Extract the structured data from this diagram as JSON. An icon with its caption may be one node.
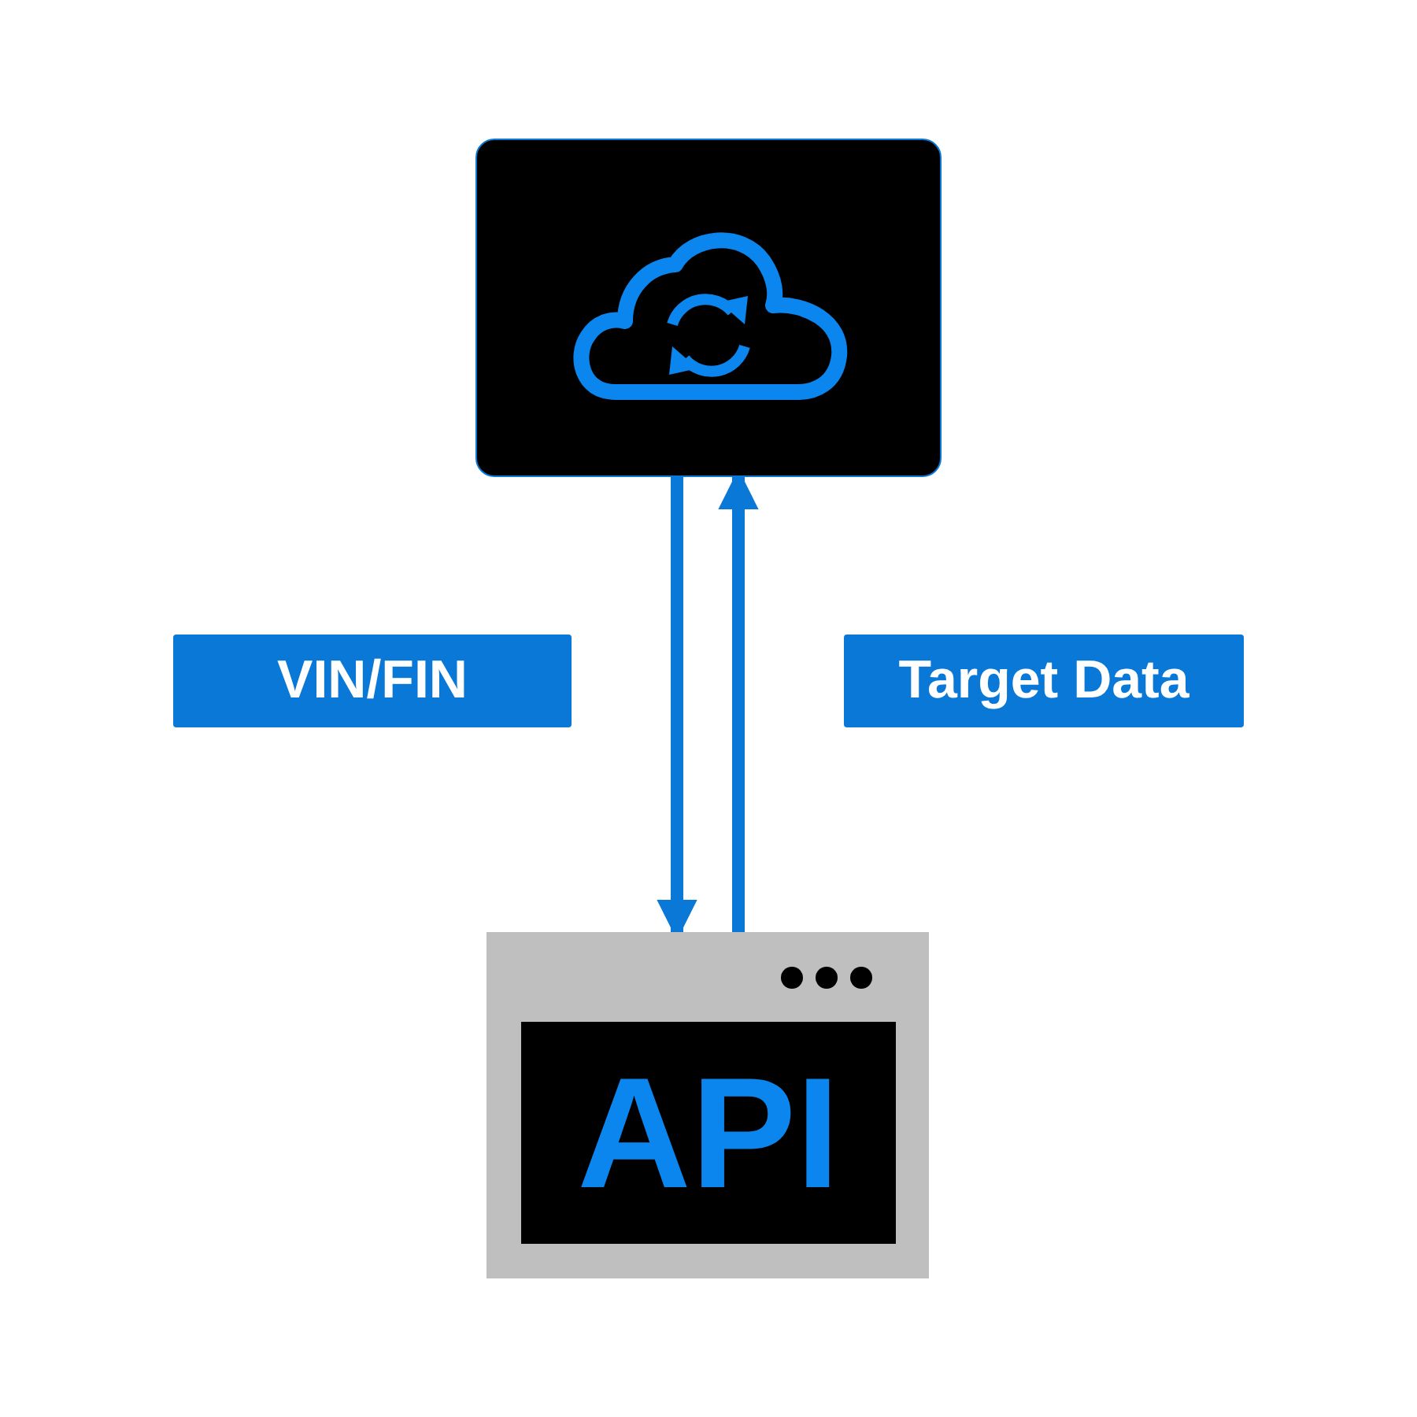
{
  "diagram": {
    "nodes": [
      {
        "text": [],
        "shape": "box"
      },
      {
        "text": [
          "API"
        ]
      }
    ],
    "edges": [
      {
        "from": 0,
        "to": 1,
        "arrow": "to",
        "label": "VIN/FIN"
      },
      {
        "from": 1,
        "to": 0,
        "arrow": "to",
        "label": "Target Data"
      }
    ]
  }
}
